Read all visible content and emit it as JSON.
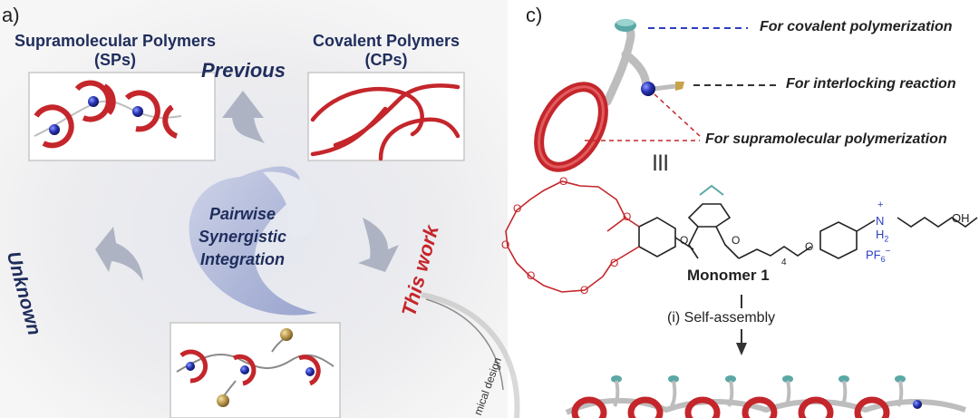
{
  "panel_a": {
    "label": "a)",
    "sp_title_line1": "Supramolecular Polymers",
    "sp_title_line2": "(SPs)",
    "cp_title_line1": "Covalent Polymers",
    "cp_title_line2": "(CPs)",
    "previous": "Previous",
    "center_line1": "Pairwise",
    "center_line2": "Synergistic",
    "center_line3": "Integration",
    "unknown": "Unknown",
    "this_work": "This work",
    "chemical_design": "mical design"
  },
  "panel_c": {
    "label": "c)",
    "for_covalent": "For covalent polymerization",
    "for_interlocking": "For interlocking reaction",
    "for_supramolecular": "For supramolecular polymerization",
    "equiv": "|||",
    "monomer": "Monomer 1",
    "step": "(i) Self-assembly",
    "chem_o": "O",
    "chem_oh": "OH",
    "chem_n": "N",
    "chem_h2": "H",
    "chem_h2_sub": "2",
    "chem_pf": "PF",
    "chem_pf_sub": "6",
    "chem_charge_plus": "+",
    "chem_charge_minus": "−",
    "chem_sub4": "4"
  },
  "colors": {
    "navy": "#1f2d5c",
    "red": "#c4262b",
    "blue_dash": "#2b3fbf",
    "teal": "#5aa8a6"
  }
}
